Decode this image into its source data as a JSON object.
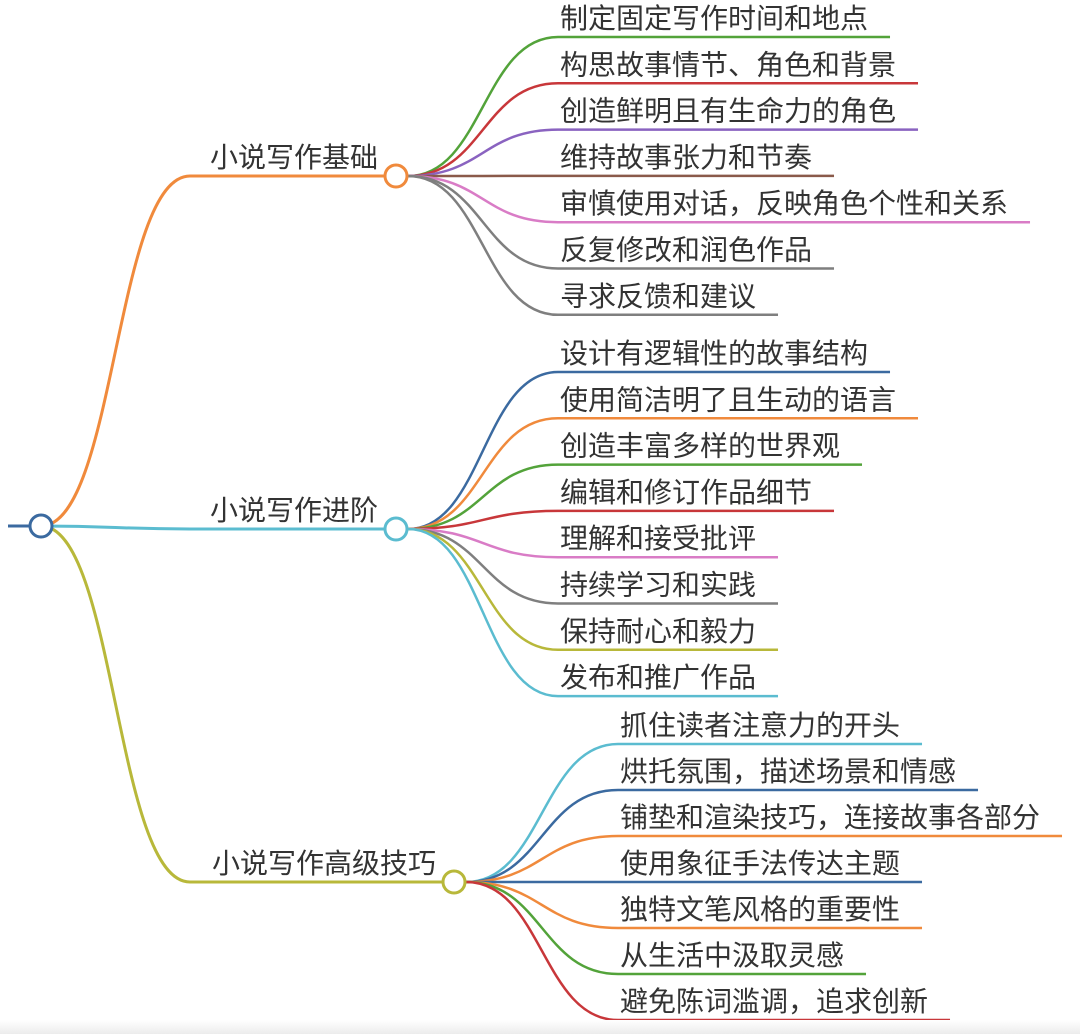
{
  "mindmap": {
    "root": {
      "label": "",
      "color": "#3b6aa0"
    },
    "branches": [
      {
        "label": "小说写作基础",
        "color": "#f08a3c",
        "children": [
          {
            "label": "制定固定写作时间和地点",
            "color": "#53a33a"
          },
          {
            "label": "构思故事情节、角色和背景",
            "color": "#c8373a"
          },
          {
            "label": "创造鲜明且有生命力的角色",
            "color": "#8a63c0"
          },
          {
            "label": "维持故事张力和节奏",
            "color": "#8a5a4a"
          },
          {
            "label": "审慎使用对话，反映角色个性和关系",
            "color": "#d97cc6"
          },
          {
            "label": "反复修改和润色作品",
            "color": "#7f7f7f"
          },
          {
            "label": "寻求反馈和建议",
            "color": "#7f7f7f"
          }
        ]
      },
      {
        "label": "小说写作进阶",
        "color": "#5bbcd0",
        "children": [
          {
            "label": "设计有逻辑性的故事结构",
            "color": "#3b6aa0"
          },
          {
            "label": "使用简洁明了且生动的语言",
            "color": "#f08a3c"
          },
          {
            "label": "创造丰富多样的世界观",
            "color": "#53a33a"
          },
          {
            "label": "编辑和修订作品细节",
            "color": "#c8373a"
          },
          {
            "label": "理解和接受批评",
            "color": "#d97cc6"
          },
          {
            "label": "持续学习和实践",
            "color": "#7f7f7f"
          },
          {
            "label": "保持耐心和毅力",
            "color": "#b8b83a"
          },
          {
            "label": "发布和推广作品",
            "color": "#5bbcd0"
          }
        ]
      },
      {
        "label": "小说写作高级技巧",
        "color": "#b8b83a",
        "children": [
          {
            "label": "抓住读者注意力的开头",
            "color": "#5bbcd0"
          },
          {
            "label": "烘托氛围，描述场景和情感",
            "color": "#3b6aa0"
          },
          {
            "label": "铺垫和渲染技巧，连接故事各部分",
            "color": "#f08a3c"
          },
          {
            "label": "使用象征手法传达主题",
            "color": "#3b6aa0"
          },
          {
            "label": "独特文笔风格的重要性",
            "color": "#f08a3c"
          },
          {
            "label": "从生活中汲取灵感",
            "color": "#53a33a"
          },
          {
            "label": "避免陈词滥调，追求创新",
            "color": "#c8373a"
          }
        ]
      }
    ]
  }
}
